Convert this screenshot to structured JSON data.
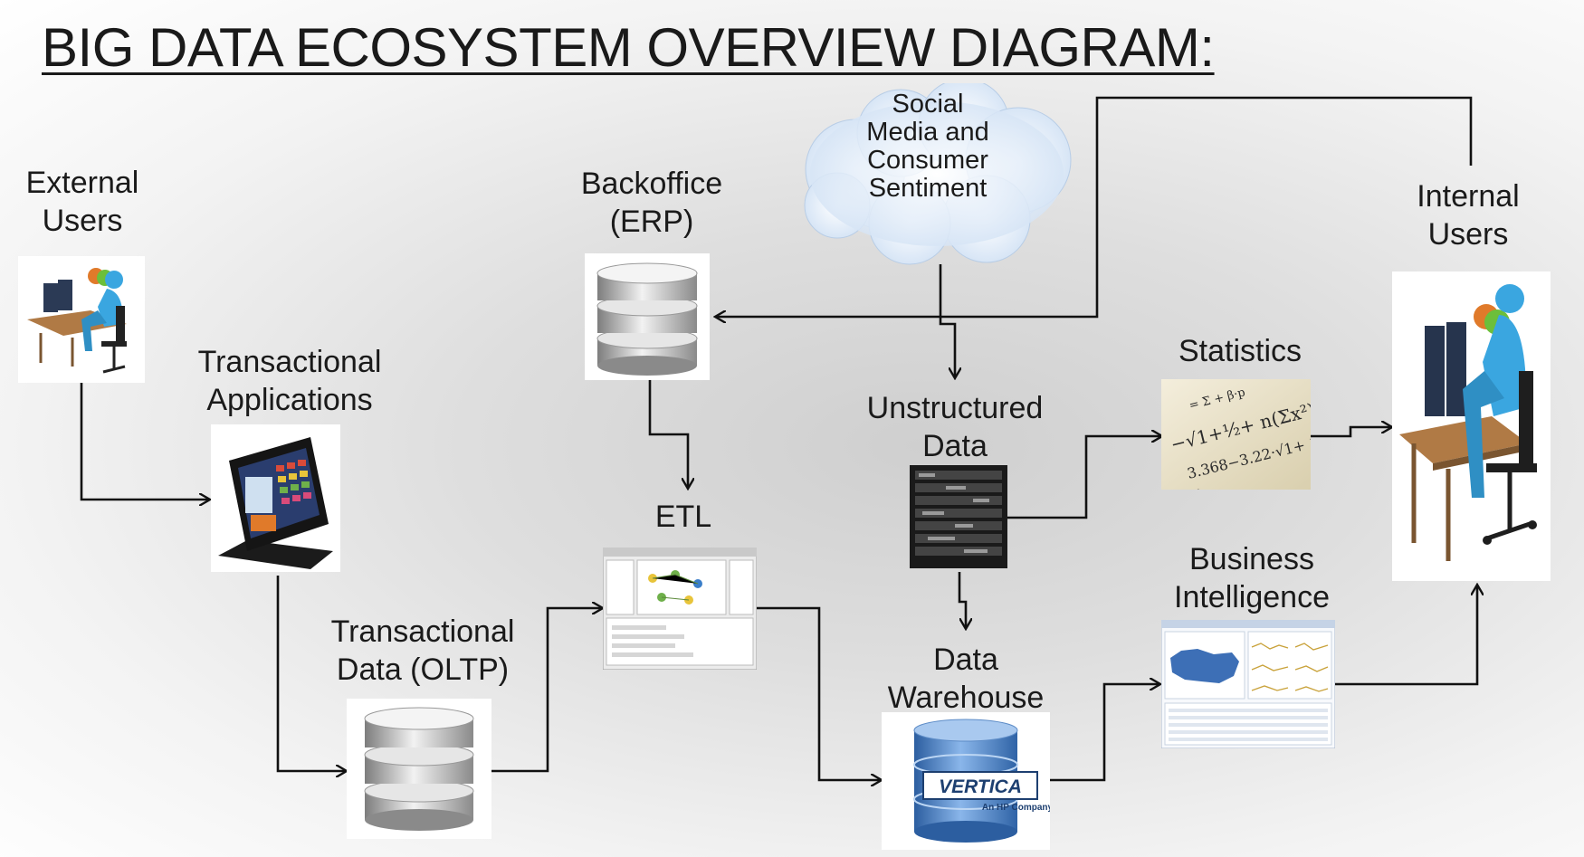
{
  "title": "BIG DATA ECOSYSTEM OVERVIEW DIAGRAM:",
  "nodes": {
    "external_users": "External\nUsers",
    "transactional_applications": "Transactional\nApplications",
    "transactional_data": "Transactional\nData (OLTP)",
    "backoffice": "Backoffice\n(ERP)",
    "etl": "ETL",
    "social_media": "Social\nMedia and\nConsumer\nSentiment",
    "unstructured_data": "Unstructured\nData",
    "data_warehouse": "Data\nWarehouse",
    "statistics": "Statistics",
    "business_intelligence": "Business\nIntelligence",
    "internal_users": "Internal\nUsers"
  },
  "logo": {
    "brand": "VERTICA",
    "tagline": "An HP Company"
  },
  "colors": {
    "line": "#111111",
    "cloud": "#dbe8f7",
    "db_silver": "#c4c4c4",
    "db_blue": "#4f86c9",
    "person": "#3aa6e0"
  }
}
